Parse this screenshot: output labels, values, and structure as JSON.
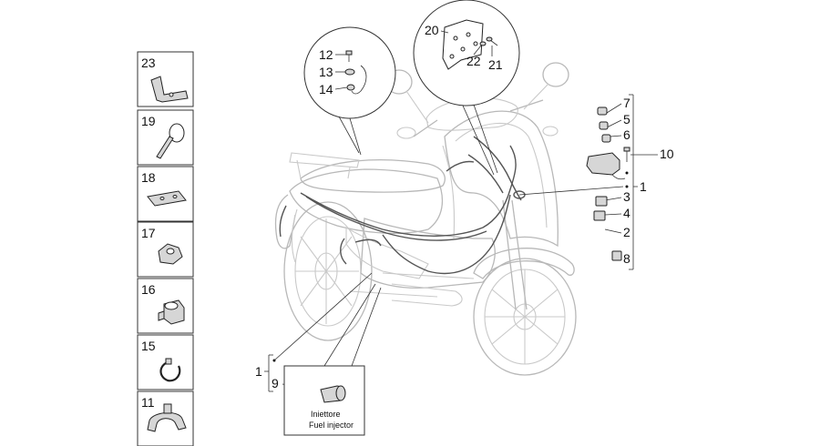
{
  "callouts": {
    "c1_right": "1",
    "c1_left": "1",
    "c2": "2",
    "c3": "3",
    "c4": "4",
    "c5": "5",
    "c6": "6",
    "c7": "7",
    "c8": "8",
    "c9": "9",
    "c10": "10",
    "c12": "12",
    "c13": "13",
    "c14": "14",
    "c20": "20",
    "c21": "21",
    "c22": "22"
  },
  "side_parts": [
    {
      "number": "23",
      "icon": "bracket-icon"
    },
    {
      "number": "19",
      "icon": "cable-tie-icon"
    },
    {
      "number": "18",
      "icon": "plate-icon"
    },
    {
      "number": "17",
      "icon": "clip-nut-icon"
    },
    {
      "number": "16",
      "icon": "relay-icon"
    },
    {
      "number": "15",
      "icon": "hose-clamp-icon"
    },
    {
      "number": "11",
      "icon": "clamp-icon"
    }
  ],
  "injector_box": {
    "label_it": "Iniettore",
    "label_en": "Fuel injector"
  }
}
